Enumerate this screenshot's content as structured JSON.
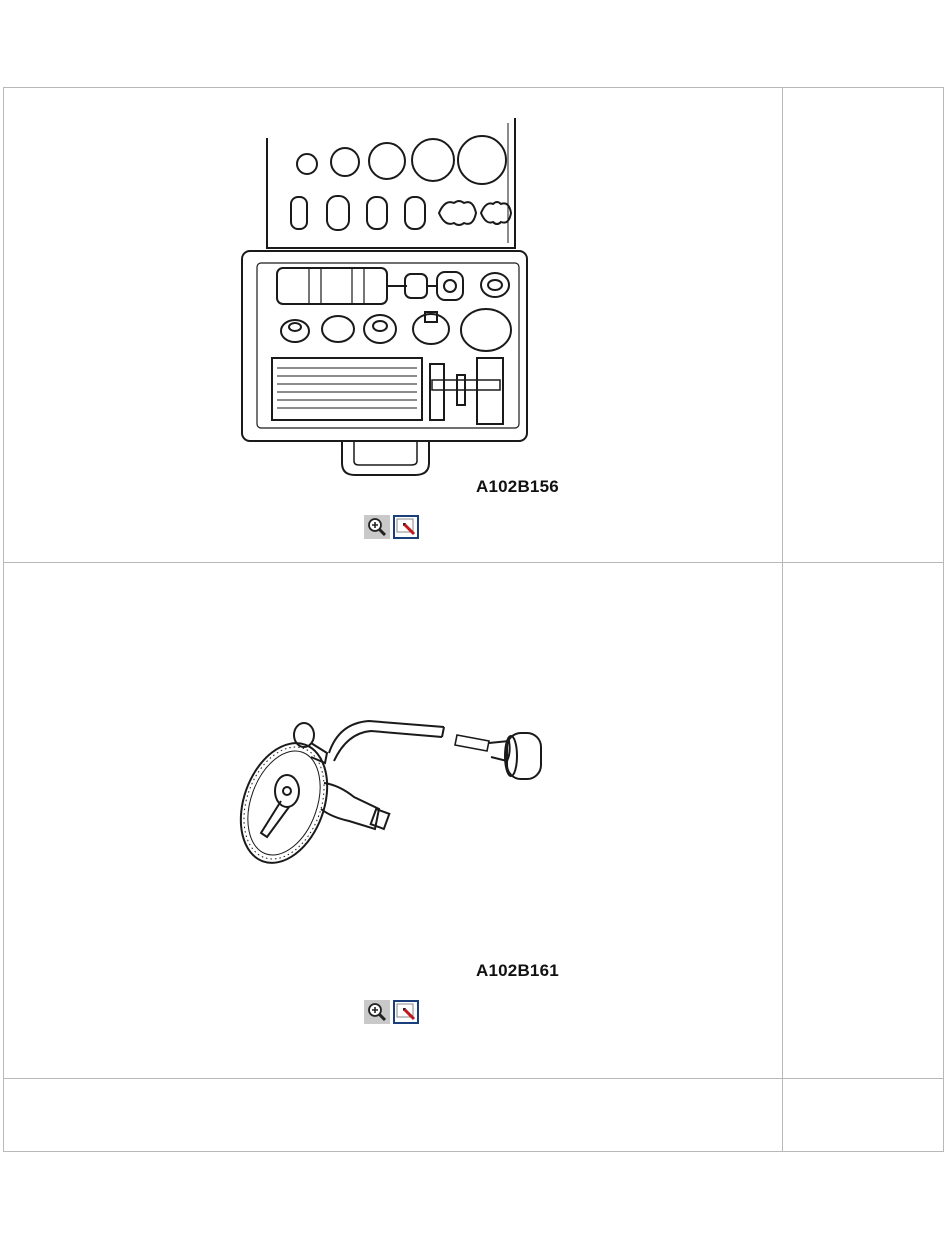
{
  "rows": [
    {
      "figure_code": "A102B156",
      "figure_subject": "tool-case",
      "tools": [
        {
          "name": "zoom",
          "icon": "zoom-in-icon"
        },
        {
          "name": "view",
          "icon": "view-image-icon"
        }
      ]
    },
    {
      "figure_code": "A102B161",
      "figure_subject": "torque-gauge",
      "tools": [
        {
          "name": "zoom",
          "icon": "zoom-in-icon"
        },
        {
          "name": "view",
          "icon": "view-image-icon"
        }
      ]
    },
    {
      "figure_code": "",
      "tools": []
    }
  ],
  "colors": {
    "border": "#b8b8b8",
    "line_art": "#1a1a1a",
    "view_button_frame": "#1a3f7a",
    "view_button_marker": "#c0181c",
    "zoom_button_bg": "#c9c9c9"
  }
}
